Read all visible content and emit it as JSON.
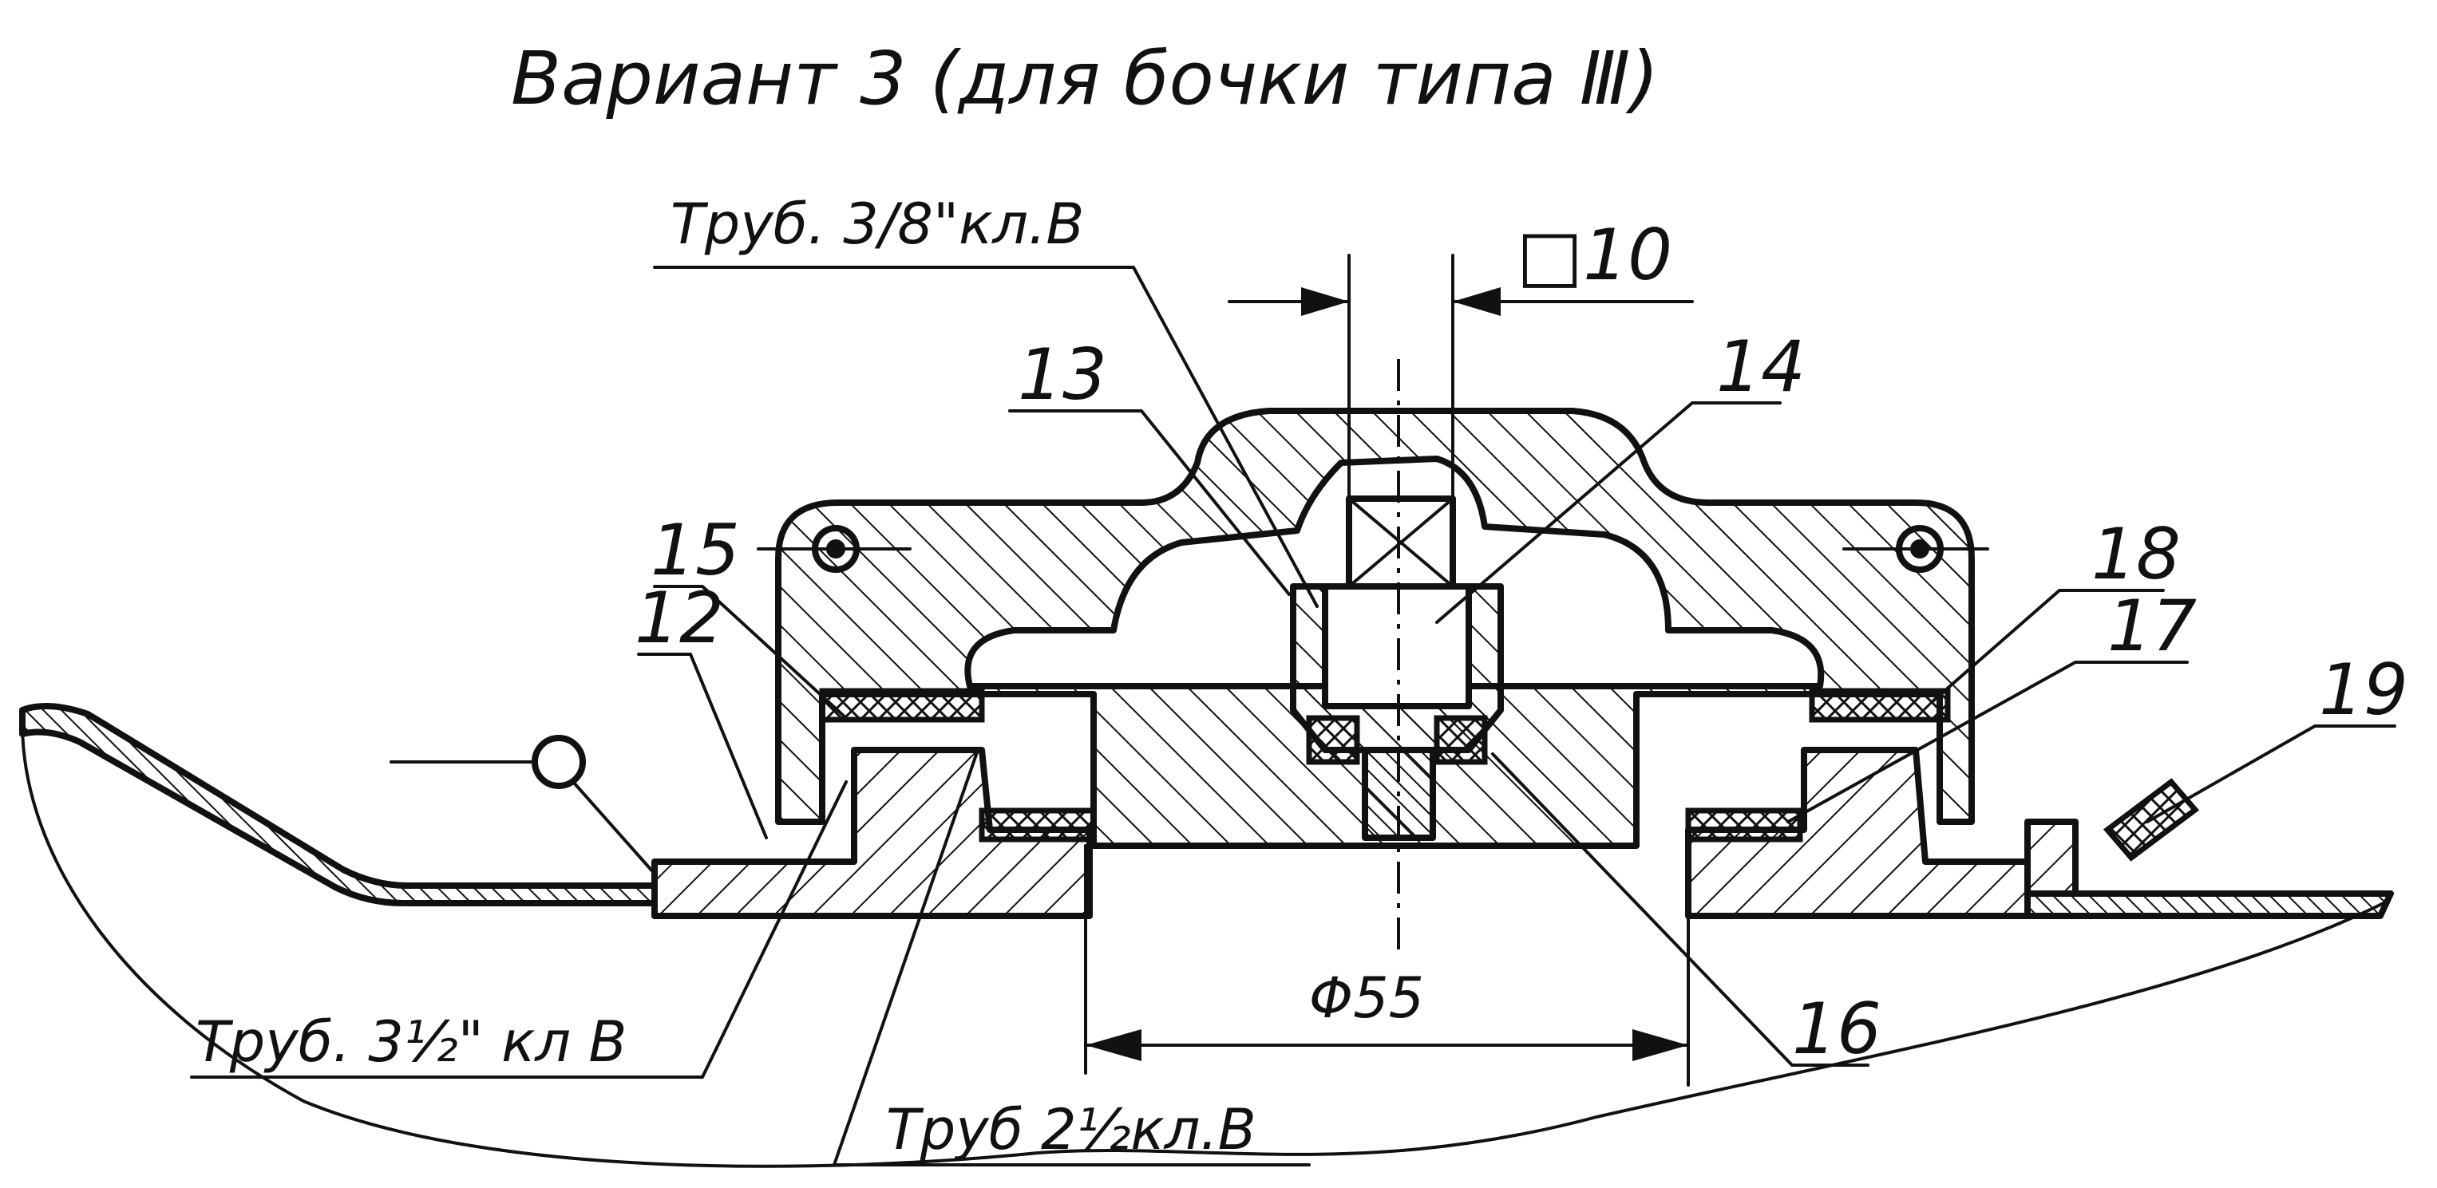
{
  "title": "Вариант 3 (для бочки типа Ⅲ)",
  "labels": {
    "pipe_3_8": "Труб. 3/8\"кл.В",
    "square_10": "□10",
    "part_13": "13",
    "part_14": "14",
    "part_15": "15",
    "part_12": "12",
    "part_18": "18",
    "part_17": "17",
    "part_19": "19",
    "part_16": "16",
    "diameter": "Φ55",
    "pipe_3_1_2": "Труб. 3½\" кл В",
    "pipe_2_1_2": "Труб 2½кл.В"
  }
}
